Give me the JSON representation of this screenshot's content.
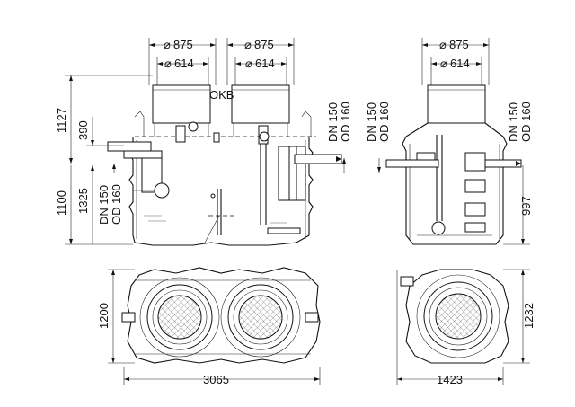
{
  "labels": {
    "d875": "875",
    "d614": "614",
    "okb": "OKB",
    "h1127": "1127",
    "h390": "390",
    "h1100": "1100",
    "h1325": "1325",
    "dn150": "DN 150",
    "od160": "OD 160",
    "h997": "997",
    "w3065": "3065",
    "w1423": "1423",
    "h1200": "1200",
    "h1232": "1232"
  },
  "symbols": {
    "diameter": "⌀"
  }
}
